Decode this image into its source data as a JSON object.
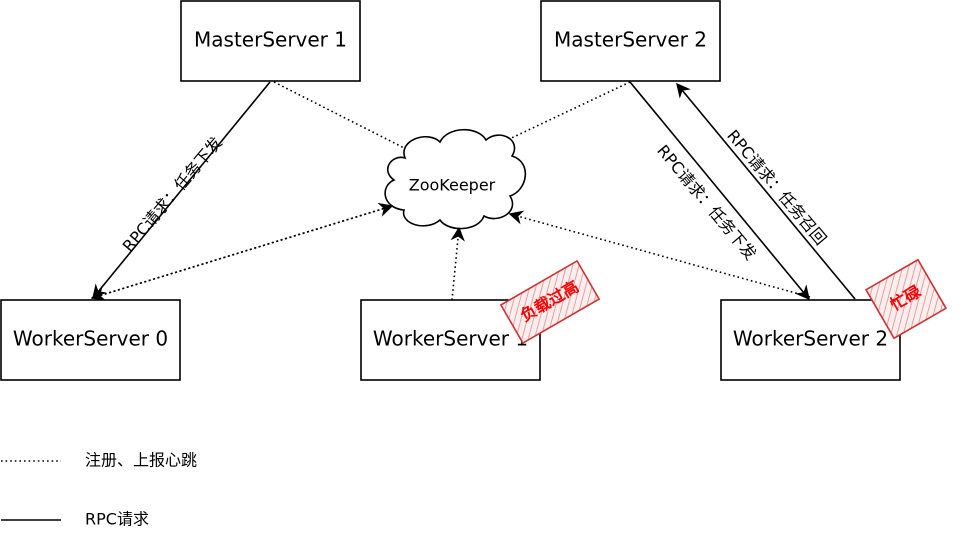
{
  "nodes": {
    "master1": "MasterServer 1",
    "master2": "MasterServer 2",
    "worker0": "WorkerServer 0",
    "worker1": "WorkerServer 1",
    "worker2": "WorkerServer 2",
    "zookeeper": "ZooKeeper"
  },
  "edge_labels": {
    "master1_to_worker0": "RPC请求：任务下发",
    "master2_to_worker2": "RPC请求：任务下发",
    "worker2_to_master2": "RPC请求：任务召回"
  },
  "stamps": {
    "worker1": "负载过高",
    "worker2": "忙碌"
  },
  "legend": {
    "dotted_label": "注册、上报心跳",
    "solid_label": "RPC请求"
  },
  "colors": {
    "stamp_stroke": "#cc3333",
    "stamp_text": "#ff0000",
    "stamp_fill": "#f6dede"
  }
}
